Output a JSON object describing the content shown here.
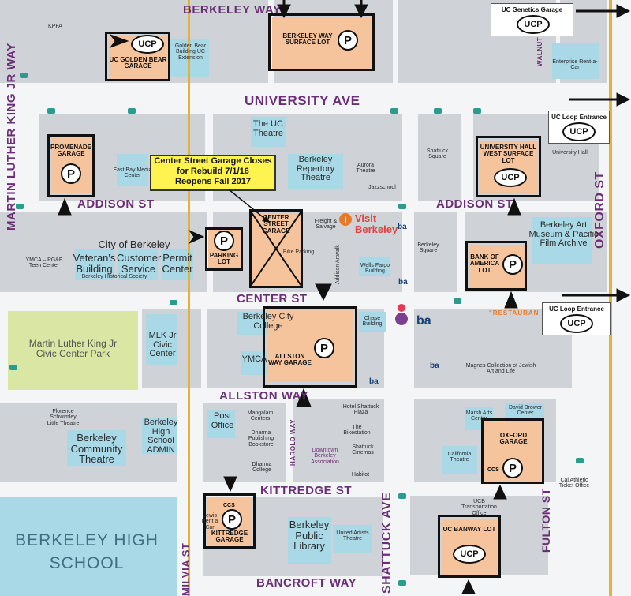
{
  "colors": {
    "street_label": "#6b2f77",
    "building": "#a9d8e6",
    "lot": "#f6c49c",
    "block": "#cfd3d8",
    "park": "#d9e6a4",
    "rail": "#e3b23c",
    "notice": "#fff44f",
    "visit": "#e24040",
    "restaurant": "#e57a2a"
  },
  "streets": {
    "berkeley_way": "BERKELEY WAY",
    "university": "UNIVERSITY AVE",
    "addison_w": "ADDISON ST",
    "addison_e": "ADDISON ST",
    "center": "CENTER ST",
    "allston": "ALLSTON WAY",
    "kittredge": "KITTREDGE ST",
    "bancroft": "BANCROFT WAY",
    "mlk": "MARTIN LUTHER KING JR WAY",
    "milvia": "MILVIA ST",
    "shattuck": "SHATTUCK AVE",
    "oxford": "OXFORD ST",
    "fulton": "FULTON ST",
    "walnut": "WALNUT",
    "harold": "HAROLD WAY",
    "kittredge_w": "MILVIA ST"
  },
  "parking": {
    "p": "P",
    "ucp": "UCP",
    "golden_bear": "UC GOLDEN BEAR GARAGE",
    "berkeley_way_lot": "BERKELEY WAY SURFACE LOT",
    "promenade": "PROMENADE GARAGE",
    "center_street": "CENTER STREET GARAGE",
    "parking_lot": "PARKING LOT",
    "univ_hall": "UNIVERSITY HALL WEST SURFACE LOT",
    "boa": "BANK OF AMERICA LOT",
    "allston": "ALLSTON WAY GARAGE",
    "oxford": "OXFORD GARAGE",
    "kittredge": "KITTREDGE GARAGE",
    "banway": "UC BANWAY LOT"
  },
  "callouts": {
    "genetics": "UC Genetics Garage",
    "loop1": "UC Loop Entrance",
    "loop2": "UC Loop Entrance",
    "notice_1": "Center Street Garage Closes",
    "notice_2": "for Rebuild 7/1/16",
    "notice_3": "Reopens Fall 2017",
    "visit_1": "Visit",
    "visit_2": "Berkeley",
    "restaurant": "\"RESTAURAN"
  },
  "places": {
    "kpfa": "KPFA",
    "golden_bear_bldg": "Golden Bear Building UC Extension",
    "enterprise": "Enterprise Rent-a-Car",
    "uc_theatre": "The UC Theatre",
    "rep_theatre": "Berkeley Repertory Theatre",
    "aurora": "Aurora Theatre",
    "jazzschool": "Jazzschool",
    "shattuck_sq": "Shattuck Square",
    "university_hall": "University Hall",
    "east_bay_media": "East Bay Media Center",
    "city_of_berkeley": "City of Berkeley",
    "veterans": "Veteran's Building",
    "customer": "Customer Service",
    "permit": "Permit Center",
    "ymca_pge": "YMCA – PG&E Teen Center",
    "historical": "Berkeley Historical Society",
    "freight": "Freight & Salvage",
    "addison_artwalk": "Addison Artwalk",
    "bike_parking": "Bike Parking",
    "wells_fargo": "Wells Fargo Building",
    "berkeley_sq": "Berkeley Square",
    "art_museum": "Berkeley Art Museum & Pacific Film Archive",
    "mlk_park": "Martin Luther King Jr Civic Center Park",
    "mlk_civic": "MLK Jr Civic Center",
    "bcc": "Berkeley City College",
    "ymca": "YMCA",
    "chase": "Chase Building",
    "magnes": "Magnes Collection of Jewish Art and Life",
    "florence": "Florence Schwimley Little Theatre",
    "community_theatre": "Berkeley Community Theatre",
    "bhs_admin": "Berkeley High School ADMIN",
    "post_office": "Post Office",
    "mangalam": "Mangalam Centers",
    "dharma_pub": "Dharma Publishing Bookstore",
    "dharma_college": "Dharma College",
    "hotel": "Hotel Shattuck Plaza",
    "bikestation": "The Bikestation",
    "dba": "Downtown Berkeley Association",
    "shattuck_cinemas": "Shattuck Cinemas",
    "habitot": "Habitot",
    "marsh": "Marsh Arts Center",
    "david_brower": "David Brower Center",
    "california_theatre": "California Theatre",
    "cal_athletic": "Cal Athletic Ticket Office",
    "ucb_transport": "UCB Transportation Office",
    "public_library": "Berkeley Public Library",
    "united_artists": "United Artists Theatre",
    "lewis": "Lewis Rent a Car",
    "bhs": "BERKELEY HIGH SCHOOL",
    "ba": "ba",
    "ccs": "CCS"
  }
}
